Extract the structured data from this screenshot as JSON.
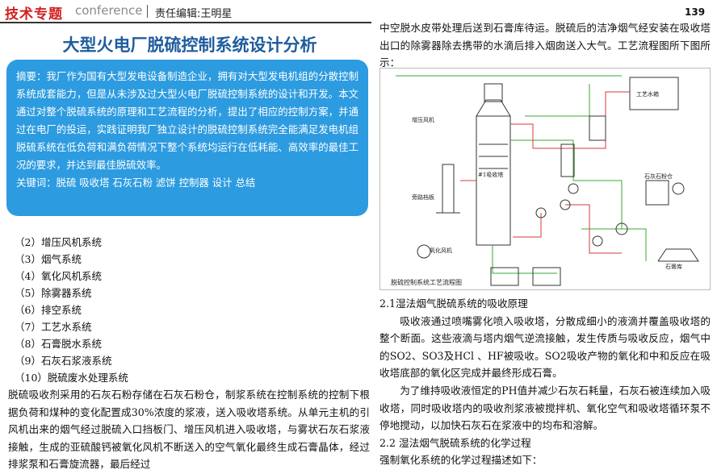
{
  "header": {
    "section_tag": "技术专题",
    "section_sub": "conference",
    "editor": "责任编辑:王明星",
    "page_number": "139"
  },
  "article": {
    "title": "大型火电厂脱硫控制系统设计分析",
    "abstract": "摘要：我厂作为国有大型发电设备制造企业，拥有对大型发电机组的分散控制系统成套能力，但是从未涉及过大型火电厂脱硫控制系统的设计和开发。本文通过对整个脱硫系统的原理和工艺流程的分析，提出了相应的控制方案，并通过在电厂的投运，实践证明我厂独立设计的脱硫控制系统完全能满足发电机组脱硫系统在低负荷和满负荷情况下整个系统均运行在低耗能、高效率的最佳工况的要求，并达到最佳脱硫效率。",
    "keywords": "关键词：脱硫 吸收塔 石灰石粉 滤饼 控制器 设计 总结"
  },
  "system_list": [
    "（2）增压风机系统",
    "（3）烟气系统",
    "（4）氧化风机系统",
    "（5）除雾器系统",
    "（6）排空系统",
    "（7）工艺水系统",
    "（8）石膏脱水系统",
    "（9）石灰石浆液系统",
    "（10）脱硫废水处理系统"
  ],
  "left_paragraph": "脱硫吸收剂采用的石灰石粉存储在石灰石粉仓，制浆系统在控制系统的控制下根据负荷和煤种的变化配置成30%浓度的浆液，送入吸收塔系统。从单元主机的引风机出来的烟气经过脱硫入口挡板门、增压风机进入吸收塔，与雾状石灰石浆液接触，生成的亚硫酸钙被氧化风机不断送入的空气氧化最终生成石膏晶体，经过排浆泵和石膏旋流器，最后经过",
  "right_top_paragraph": "中空脱水皮带处理后送到石膏库待运。脱硫后的洁净烟气经安装在吸收塔出口的除雾器除去携带的水滴后排入烟囱送入大气。工艺流程图所下图所示：",
  "figure": {
    "caption": "脱硫控制系统工艺流程图",
    "labels": {
      "absorber": "#1吸收塔",
      "oxidation_fan": "氧化风机",
      "bypass": "旁路档板",
      "booster": "增压风机",
      "process_water": "工艺水箱",
      "gypsum": "石膏库",
      "limestone": "石灰石粉仓"
    }
  },
  "section_2_1": {
    "heading": "2.1湿法烟气脱硫系统的吸收原理",
    "p1": "吸收液通过喷嘴雾化喷入吸收塔，分散成细小的液滴并覆盖吸收塔的整个断面。这些液滴与塔内烟气逆流接触，发生传质与吸收反应，烟气中的SO2、SO3及HCl 、HF被吸收。SO2吸收产物的氧化和中和反应在吸收塔底部的氧化区完成并最终形成石膏。",
    "p2": "为了维持吸收液恒定的PH值并减少石灰石耗量，石灰石被连续加入吸收塔，同时吸收塔内的吸收剂浆液被搅拌机、氧化空气和吸收塔循环泵不停地搅动，以加快石灰石在浆液中的均布和溶解。"
  },
  "section_2_2": {
    "heading": "2.2 湿法烟气脱硫系统的化学过程",
    "p1": "强制氧化系统的化学过程描述如下："
  },
  "colors": {
    "title_blue": "#1f5c9e",
    "abstract_bg": "#2d9be0",
    "tag_red": "#d41f1f",
    "pipe_green": "#3aa836",
    "pipe_red": "#d63a3a"
  }
}
